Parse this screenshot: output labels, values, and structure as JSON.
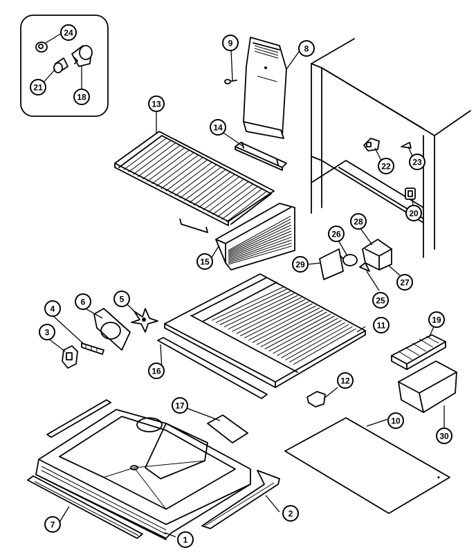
{
  "diagram": {
    "callouts": [
      {
        "id": "c24",
        "label": "24"
      },
      {
        "id": "c21",
        "label": "21"
      },
      {
        "id": "c18",
        "label": "18"
      },
      {
        "id": "c9",
        "label": "9"
      },
      {
        "id": "c8",
        "label": "8"
      },
      {
        "id": "c13",
        "label": "13"
      },
      {
        "id": "c14",
        "label": "14"
      },
      {
        "id": "c15",
        "label": "15"
      },
      {
        "id": "c22",
        "label": "22"
      },
      {
        "id": "c23",
        "label": "23"
      },
      {
        "id": "c20",
        "label": "20"
      },
      {
        "id": "c28a",
        "label": "28"
      },
      {
        "id": "c26",
        "label": "26"
      },
      {
        "id": "c29",
        "label": "29"
      },
      {
        "id": "c27",
        "label": "27"
      },
      {
        "id": "c25",
        "label": "25"
      },
      {
        "id": "c4",
        "label": "4"
      },
      {
        "id": "c6",
        "label": "6"
      },
      {
        "id": "c5",
        "label": "5"
      },
      {
        "id": "c3",
        "label": "3"
      },
      {
        "id": "c11",
        "label": "11"
      },
      {
        "id": "c16",
        "label": "16"
      },
      {
        "id": "c19",
        "label": "19"
      },
      {
        "id": "c12",
        "label": "12"
      },
      {
        "id": "c17",
        "label": "17"
      },
      {
        "id": "c10",
        "label": "10"
      },
      {
        "id": "c30",
        "label": "30"
      },
      {
        "id": "c7",
        "label": "7"
      },
      {
        "id": "c2",
        "label": "2"
      },
      {
        "id": "c1",
        "label": "1"
      }
    ]
  }
}
